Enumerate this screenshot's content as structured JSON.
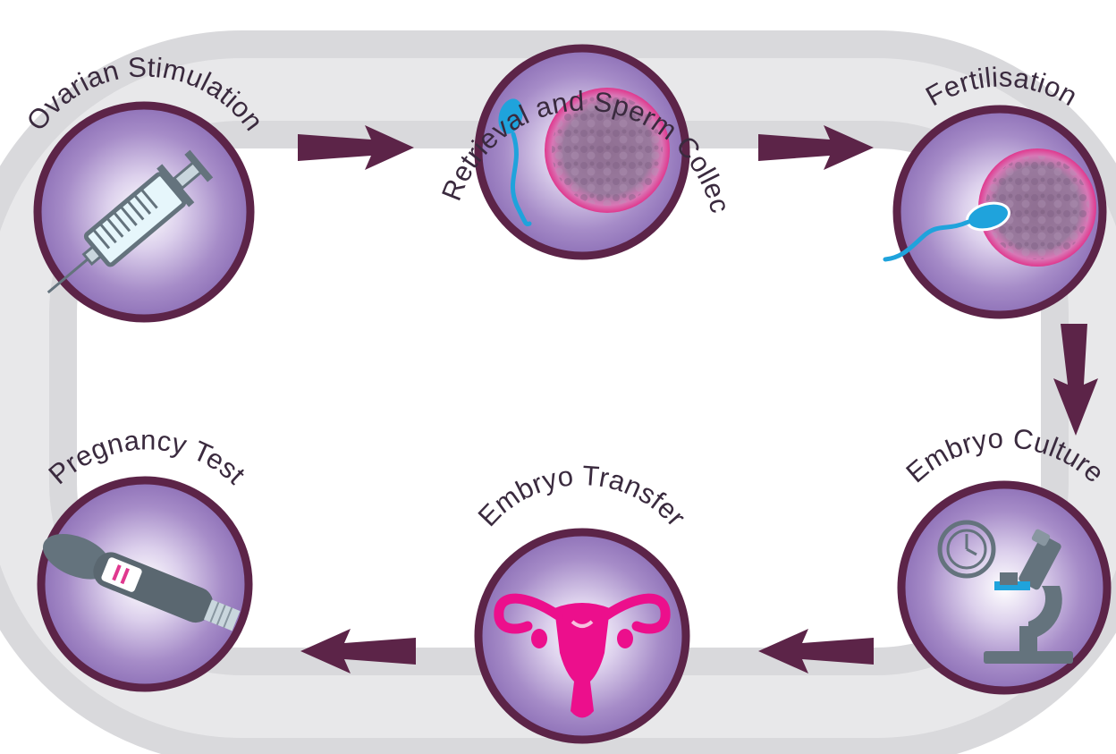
{
  "colors": {
    "track": "#d9d9dc",
    "track_light": "#ececee",
    "arrow": "#5c2448",
    "circle_border": "#5c2448",
    "circle_fill": "#a68cc8",
    "circle_glow": "#ffffff",
    "label": "#3a2a3e",
    "sperm": "#1fa3dc",
    "egg_ring": "#e0388e",
    "uterus": "#ec0f8c",
    "instrument": "#64737d"
  },
  "stages": [
    {
      "id": "ovarian-stimulation",
      "label": "Ovarian Stimulation",
      "icon": "syringe-icon"
    },
    {
      "id": "egg-retrieval",
      "label": "Egg Retrieval and Sperm Collection",
      "icon": "egg-and-sperm-icon"
    },
    {
      "id": "fertilisation",
      "label": "Fertilisation",
      "icon": "fertilisation-icon"
    },
    {
      "id": "embryo-culture",
      "label": "Embryo Culture",
      "icon": "clock-and-microscope-icon"
    },
    {
      "id": "embryo-transfer",
      "label": "Embryo Transfer",
      "icon": "uterus-icon"
    },
    {
      "id": "pregnancy-test",
      "label": "Pregnancy Test",
      "icon": "pregnancy-test-icon"
    }
  ],
  "flow": [
    {
      "from": "ovarian-stimulation",
      "to": "egg-retrieval",
      "direction": "right"
    },
    {
      "from": "egg-retrieval",
      "to": "fertilisation",
      "direction": "right"
    },
    {
      "from": "fertilisation",
      "to": "embryo-culture",
      "direction": "down"
    },
    {
      "from": "embryo-culture",
      "to": "embryo-transfer",
      "direction": "left"
    },
    {
      "from": "embryo-transfer",
      "to": "pregnancy-test",
      "direction": "left"
    }
  ]
}
